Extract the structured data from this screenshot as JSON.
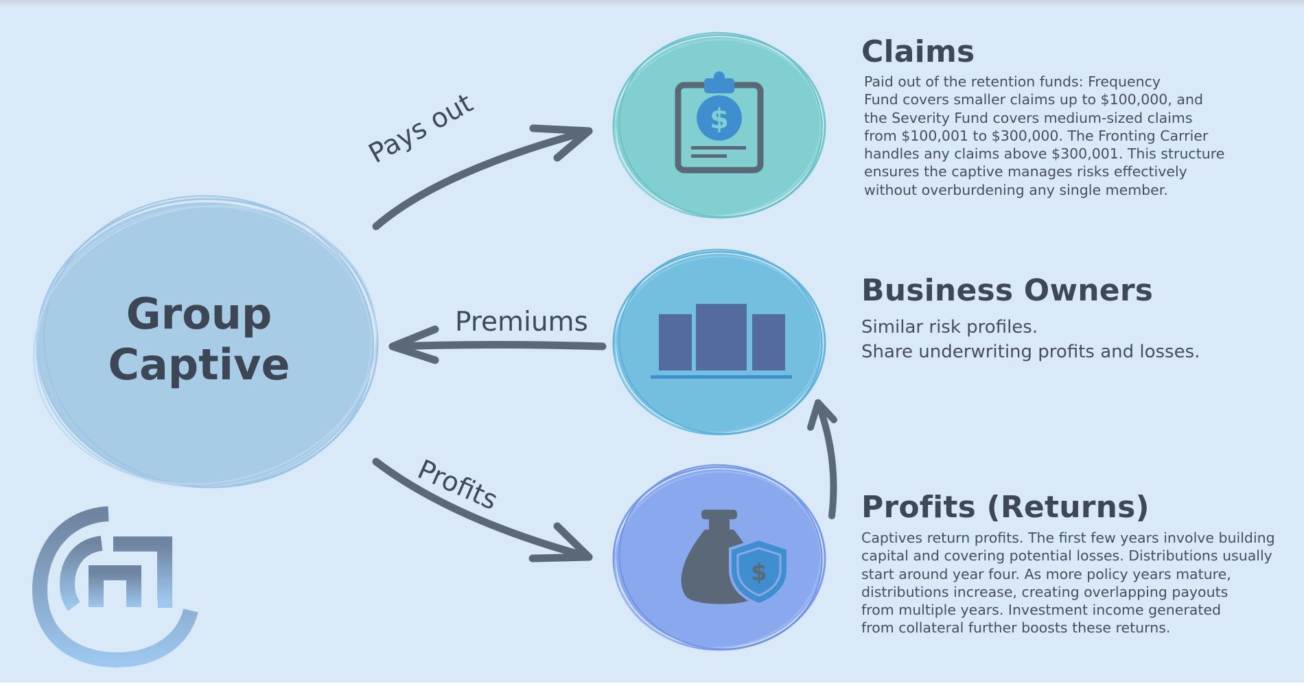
{
  "center": {
    "title": "Group\nCaptive"
  },
  "flows": {
    "pays_out": "Pays out",
    "premiums": "Premiums",
    "profits": "Profits"
  },
  "nodes": {
    "claims": {
      "icon": "clipboard-dollar-icon",
      "color": "#82cfd2",
      "title": "Claims",
      "body": "Paid out of the retention funds: Frequency\nFund covers smaller claims up to $100,000, and\n the Severity Fund covers medium-sized claims\nfrom $100,001 to $300,000. The Fronting Carrier\nhandles any claims above $300,001. This structure\nensures the captive manages risks effectively\nwithout overburdening any single member."
    },
    "owners": {
      "icon": "building-icon",
      "color": "#74bfe0",
      "title": "Business Owners",
      "body": "Similar risk profiles.\nShare underwriting profits and losses."
    },
    "profits": {
      "icon": "money-bag-shield-icon",
      "color": "#8aa8ee",
      "title": "Profits (Returns)",
      "body": "Captives return profits. The first few years involve building\ncapital and covering potential losses. Distributions usually\nstart around year four. As more policy years mature,\ndistributions increase, creating overlapping payouts\nfrom multiple years. Investment income generated\nfrom collateral further boosts these returns."
    }
  },
  "logo": {
    "icon": "company-logo-icon"
  },
  "colors": {
    "background": "#d9e9f7",
    "arrow": "#5a6878",
    "center_circle": "#a8cbe6",
    "text": "#3e4756"
  }
}
